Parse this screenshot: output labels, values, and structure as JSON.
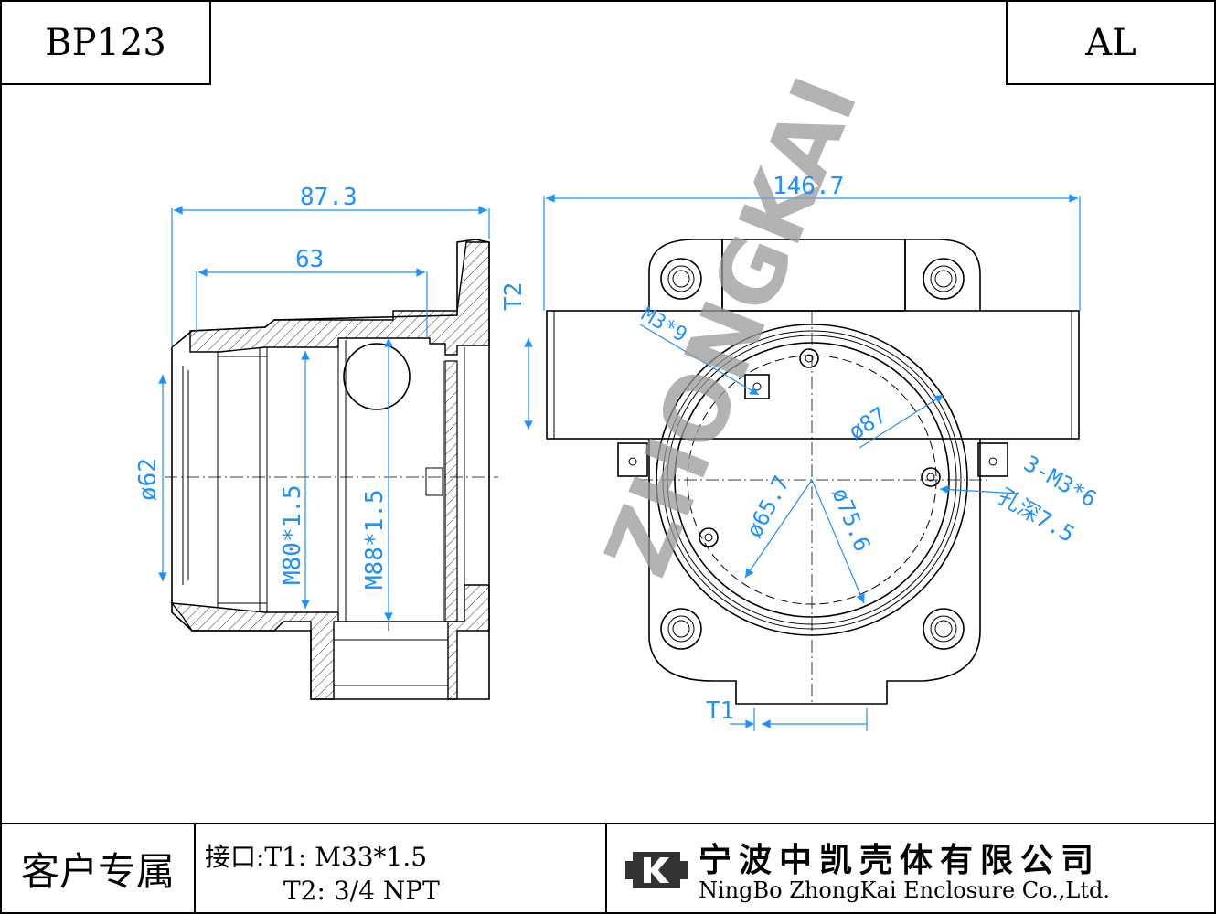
{
  "header": {
    "part_number": "BP123",
    "material": "AL"
  },
  "watermark": "ZHONGKAI",
  "side_view": {
    "dim_overall_width": "87.3",
    "dim_inner_width": "63",
    "dim_diameter": "ø62",
    "thread_1": "M80*1.5",
    "thread_2": "M88*1.5"
  },
  "front_view": {
    "dim_overall_width": "146.7",
    "port_t2": "T2",
    "port_t1": "T1",
    "screw_label": "M3*9",
    "dia_87": "ø87",
    "dia_65_7": "ø65.7",
    "dia_75_6": "ø75.6",
    "holes_label": "3-M3*6",
    "hole_depth": "孔深7.5"
  },
  "footer": {
    "customer": "客户专属",
    "ports_line1": "接口:T1: M33*1.5",
    "ports_line2": "T2: 3/4 NPT",
    "company_cn": "宁波中凯壳体有限公司",
    "company_en": "NingBo ZhongKai Enclosure Co.,Ltd."
  },
  "colors": {
    "dimension": "#1e90ff",
    "line": "#000000",
    "watermark": "#9a9a9a"
  }
}
